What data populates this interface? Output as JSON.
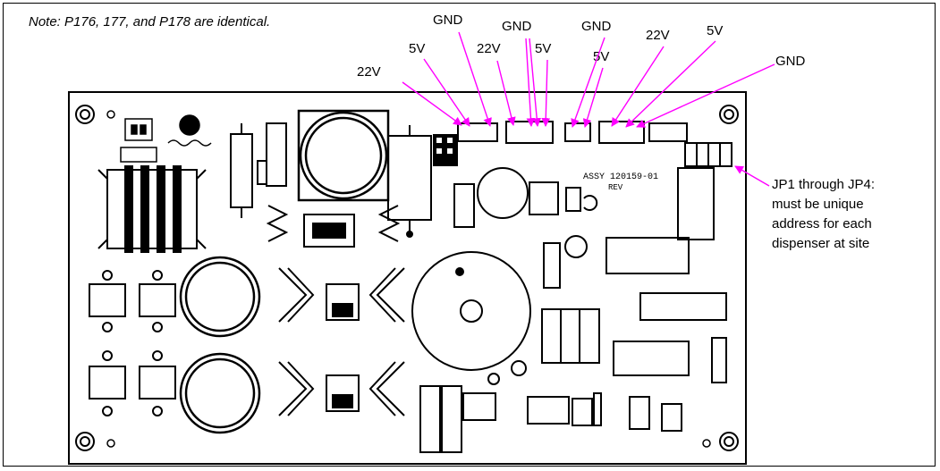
{
  "note": "Note: P176, 177, and P178 are identical.",
  "labels": {
    "l_22v_a": "22V",
    "l_5v_a": "5V",
    "l_gnd_a": "GND",
    "l_22v_b": "22V",
    "l_gnd_b": "GND",
    "l_5v_b": "5V",
    "l_5v_c": "5V",
    "l_gnd_c": "GND",
    "l_22v_c": "22V",
    "l_5v_d": "5V",
    "l_gnd_d": "GND"
  },
  "jp_note": {
    "line1": "JP1 through JP4:",
    "line2": "must be unique",
    "line3": "address for each",
    "line4": "dispenser at site"
  },
  "board_text": {
    "assy": "ASSY 120159-01",
    "rev": "REV"
  },
  "colors": {
    "arrow": "#ff00ff",
    "ink": "#000000",
    "paper": "#ffffff"
  }
}
